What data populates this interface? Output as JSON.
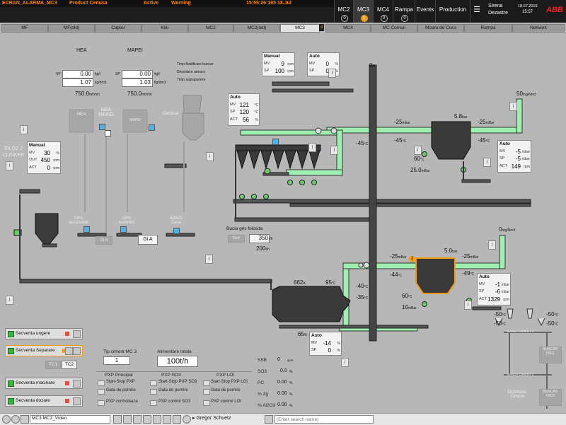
{
  "alarm_bar": {
    "screen": "ECRAN_ALARMA_MC3",
    "product": "Product Cenusa",
    "state": "Active",
    "severity": "Warning",
    "timestamp": "15:55:26:185 18.Jul"
  },
  "nav": {
    "items": [
      {
        "label": "MC2",
        "count": "0",
        "alert": false
      },
      {
        "label": "MC3",
        "count": "1",
        "alert": true
      },
      {
        "label": "MC4",
        "count": "0",
        "alert": false
      },
      {
        "label": "Rampa",
        "count": "0",
        "alert": false
      },
      {
        "label": "Events",
        "count": "",
        "alert": false
      },
      {
        "label": "Production",
        "count": "",
        "alert": false
      }
    ],
    "menu_icon": "hamburger-icon",
    "user_line1": "Sirena",
    "user_line2": "Dezastre",
    "date": "18.07.2019",
    "time": "15:57",
    "brand": "ABB"
  },
  "tabs": [
    "MF",
    "MF(old)",
    "Captor",
    "Kiln",
    "MC2",
    "MC2(old)",
    "MC3",
    "MC4",
    "MC Comun",
    "Moara de Cocs",
    "Rampa",
    "Network"
  ],
  "active_tab_badge": "4",
  "process": {
    "hea": {
      "title": "HEA",
      "sp": "0.00",
      "sp_unit": "kg/l",
      "pv": "1.07",
      "pv_unit": "kg/dm3",
      "flow": "750.0",
      "flow_unit": "ml/min"
    },
    "mapei": {
      "title": "MAPEI",
      "sp": "0.00",
      "sp_unit": "kg/l",
      "pv": "1.03",
      "pv_unit": "kg/dm3",
      "flow": "750.0",
      "flow_unit": "ml/min"
    },
    "labels_mid": [
      "Timp fluidificare buncar",
      "Descidere ramura",
      "Timp suprapunere"
    ],
    "ghost_hea": "HEA",
    "ghost_hea_mapei": "HEA MAPEI",
    "ghost_mapei": "MAPEI",
    "ghost_cenusa": "Cenusa",
    "siloz": "SILOZ 2 CLINKER",
    "siloz_ctrl": {
      "title": "Manual",
      "mv": "30",
      "mv_unit": "%",
      "out": "450",
      "out_unit": "rpm",
      "act": "0",
      "act_unit": "rpm"
    },
    "ctrl_top_manual": {
      "title": "Manual",
      "mv": "9",
      "mv_unit": "rpm",
      "sp": "100",
      "sp_unit": "rpm"
    },
    "ctrl_top_auto": {
      "title": "Auto",
      "mv": "0",
      "mv_unit": "%",
      "sp": "0",
      "sp_unit": "%"
    },
    "ctrl_temp": {
      "title": "Auto",
      "mv": "121",
      "mv_unit": "°C",
      "sp": "120",
      "sp_unit": "°C",
      "act": "56",
      "act_unit": "%"
    },
    "ctrl_fan1": {
      "title": "Auto",
      "mv": "-5",
      "mv_unit": "mbar",
      "sp": "-5",
      "sp_unit": "mbar",
      "act": "149",
      "act_unit": "rpm"
    },
    "ctrl_fan2": {
      "title": "Auto",
      "mv": "-1",
      "mv_unit": "mbar",
      "sp": "-6",
      "sp_unit": "mbar",
      "act": "1329",
      "act_unit": "rpm"
    },
    "ctrl_bottom": {
      "title": "Auto",
      "mv": "-14",
      "mv_unit": "%",
      "sp": "0",
      "sp_unit": "%"
    },
    "gips_nucedava": "GIPS NUCEDAVA",
    "gips_aghires": "GIPS AGHIRES",
    "adaos_calcar": "ADAOS Calcar",
    "gi_a_ghost": "Gi A",
    "gi_a": "Gi A",
    "bucla_label": "Bucla gris folosita",
    "bucla_ghost": "DeA",
    "bucla_val": "350",
    "bucla_unit": "t/h",
    "val_200": "200",
    "val_200_unit": "t/h",
    "elev_top": "0",
    "elev_top_unit": "A",
    "mill_a": "662",
    "mill_a_unit": "A",
    "mill_temp": "95",
    "mill_temp_unit": "°C",
    "mill_load": "65",
    "mill_load_unit": "%",
    "v_45a": "-45",
    "v_45a_unit": "°C",
    "v_25a": "-25",
    "v_25a_unit": "mbar",
    "v_58": "5.8",
    "v_58_unit": "bar",
    "v_25b": "-25",
    "v_25b_unit": "mBar",
    "v_50": "50",
    "v_50_unit": "mg/Nm3",
    "v_25c": "-25",
    "v_25c_unit": "mBar",
    "v_45b": "-45",
    "v_45b_unit": "°C",
    "v_45c": "-45",
    "v_45c_unit": "°C",
    "v_60a": "60",
    "v_60a_unit": "°C",
    "v_250": "25.0",
    "v_250_unit": "mBar",
    "v_0mg": "0",
    "v_0mg_unit": "mg/Nm3",
    "v_50bar": "5.0",
    "v_50bar_unit": "bar",
    "v_25d": "-25",
    "v_25d_unit": "mBar",
    "v_25e": "-25",
    "v_25e_unit": "mBar",
    "v_44": "-44",
    "v_44_unit": "°C",
    "v_49": "-49",
    "v_49_unit": "°C",
    "v_40": "-40",
    "v_40_unit": "°C",
    "v_35": "-35",
    "v_35_unit": "°C",
    "v_60b": "60",
    "v_60b_unit": "°C",
    "v_10": "10",
    "v_10_unit": "mBar",
    "v_50a": "-50",
    "v_50a_unit": "°C",
    "v_50b": "-50",
    "v_50b_unit": "°C",
    "v_50c": "-50",
    "v_50c_unit": "°C",
    "v_50d": "-50",
    "v_50d_unit": "°C",
    "badge_2": "2",
    "banda1": "BANDA CIMENT 1",
    "banda2": "BANDA CIMENT 2",
    "buncar1": "BUNCAR H001",
    "buncar2": "BUNCAR H002",
    "distributie": "Distributie Ciment"
  },
  "sequences": [
    {
      "label": "Secventa ungere"
    },
    {
      "label": "Secventa Separare"
    },
    {
      "label": "Secventa macinare"
    },
    {
      "label": "Secventa dozare"
    }
  ],
  "tc": [
    "TC1",
    "TC2"
  ],
  "tip_ciment": {
    "label": "Tip ciment MC 3",
    "value": "1"
  },
  "alimentare": {
    "label": "Alimentare totala",
    "value": "100t/h"
  },
  "pxp": {
    "groups": [
      {
        "title": "PXP Principal",
        "start": "Start-Stop PXP",
        "gata": "Gata de pornire",
        "ctrl": "PXP controleaza"
      },
      {
        "title": "PXP SO3",
        "start": "Start-Stop PXP SO3",
        "gata": "Gata de pornire",
        "ctrl": "PXP control SO3"
      },
      {
        "title": "PXP LOI",
        "start": "Start-Stop PXP LOI",
        "gata": "Gata de pornire",
        "ctrl": "PXP control LOI"
      }
    ]
  },
  "quality": [
    {
      "k": "SSB",
      "v": "0",
      "u": "qcm"
    },
    {
      "k": "SO3",
      "v": "0.0",
      "u": "%"
    },
    {
      "k": "PC",
      "v": "0.00",
      "u": "%"
    },
    {
      "k": "% Zg",
      "v": "0.00",
      "u": "%"
    },
    {
      "k": "% Al2O3",
      "v": "0.00",
      "u": "%"
    }
  ],
  "taskbar": {
    "window": "MC3:MC3_Video",
    "user": "Gregor Schuetz",
    "search_placeholder": "(Enter search name)"
  },
  "colors": {
    "pipe": "#9ff0b0",
    "pipe_stroke": "#333",
    "equipment": "#383838",
    "alert": "#f39c12",
    "background": "#b7b7b7"
  }
}
